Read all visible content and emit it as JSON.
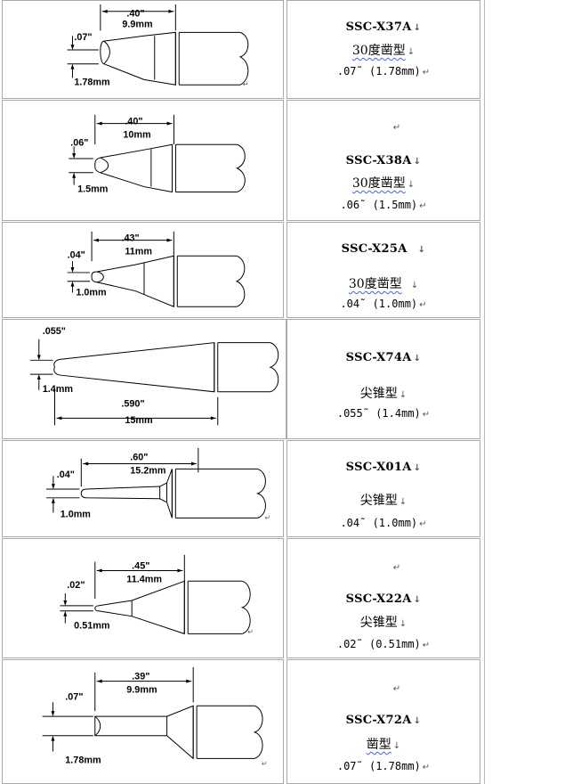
{
  "tips": [
    {
      "model": "SSC-X37A",
      "type": "30度凿型",
      "size": ".07˜ (1.78mm)",
      "dim_length_in": ".40\"",
      "dim_length_mm": "9.9mm",
      "dim_width_in": ".07\"",
      "dim_width_mm": "1.78mm"
    },
    {
      "model": "SSC-X38A",
      "type": "30度凿型",
      "size": ".06˜ (1.5mm)",
      "dim_length_in": ".40\"",
      "dim_length_mm": "10mm",
      "dim_width_in": ".06\"",
      "dim_width_mm": "1.5mm"
    },
    {
      "model": "SSC-X25A",
      "type": "30度凿型",
      "size": ".04˜ (1.0mm)",
      "dim_length_in": ".43\"",
      "dim_length_mm": "11mm",
      "dim_width_in": ".04\"",
      "dim_width_mm": "1.0mm"
    },
    {
      "model": "SSC-X74A",
      "type": "尖锥型",
      "size": ".055˜ (1.4mm)",
      "dim_length_in": ".590\"",
      "dim_length_mm": "15mm",
      "dim_width_in": ".055\"",
      "dim_width_mm": "1.4mm"
    },
    {
      "model": "SSC-X01A",
      "type": "尖锥型",
      "size": ".04˜ (1.0mm)",
      "dim_length_in": ".60\"",
      "dim_length_mm": "15.2mm",
      "dim_width_in": ".04\"",
      "dim_width_mm": "1.0mm"
    },
    {
      "model": "SSC-X22A",
      "type": "尖锥型",
      "size": ".02˜ (0.51mm)",
      "dim_length_in": ".45\"",
      "dim_length_mm": "11.4mm",
      "dim_width_in": ".02\"",
      "dim_width_mm": "0.51mm"
    },
    {
      "model": "SSC-X72A",
      "type": "凿型",
      "size": ".07˜ (1.78mm)",
      "dim_length_in": ".39\"",
      "dim_length_mm": "9.9mm",
      "dim_width_in": ".07\"",
      "dim_width_mm": "1.78mm"
    }
  ]
}
